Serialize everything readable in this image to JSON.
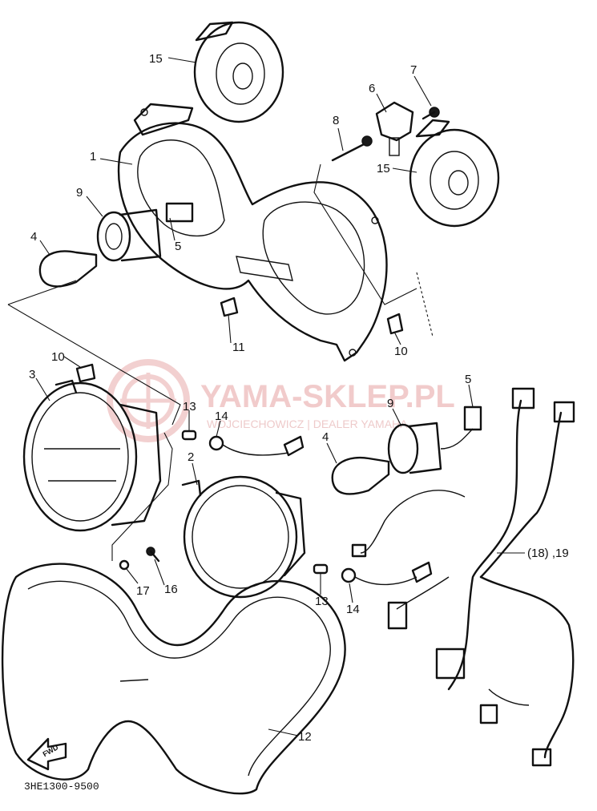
{
  "watermark": {
    "brand": "YAMA-SKLEP.PL",
    "subline": "WOJCIECHOWICZ | DEALER YAMAHA"
  },
  "diagram_code": "3HE1300-9500",
  "forward_arrow_text": "FWD",
  "callouts": {
    "c1": "1",
    "c2": "2",
    "c3": "3",
    "c4a": "4",
    "c4b": "4",
    "c5a": "5",
    "c5b": "5",
    "c6": "6",
    "c7": "7",
    "c8": "8",
    "c9a": "9",
    "c9b": "9",
    "c10a": "10",
    "c10b": "10",
    "c11": "11",
    "c12": "12",
    "c13a": "13",
    "c13b": "13",
    "c14a": "14",
    "c14b": "14",
    "c15a": "15",
    "c15b": "15",
    "c16": "16",
    "c17": "17",
    "c18": "(18) ,19"
  },
  "colors": {
    "ink": "#111111",
    "watermark": "#e7a2a2"
  }
}
